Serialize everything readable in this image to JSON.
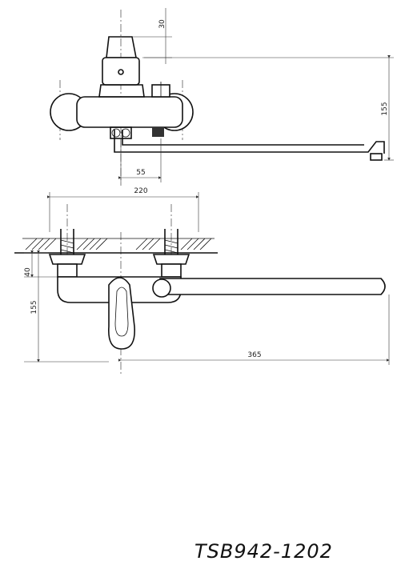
{
  "drawing": {
    "model_code": "TSB942-1202",
    "dimensions": {
      "handle_top": "30",
      "total_height": "155",
      "offset": "55",
      "center_distance": "220",
      "wall_to_center": "40",
      "depth": "155",
      "spout_length": "365"
    }
  }
}
